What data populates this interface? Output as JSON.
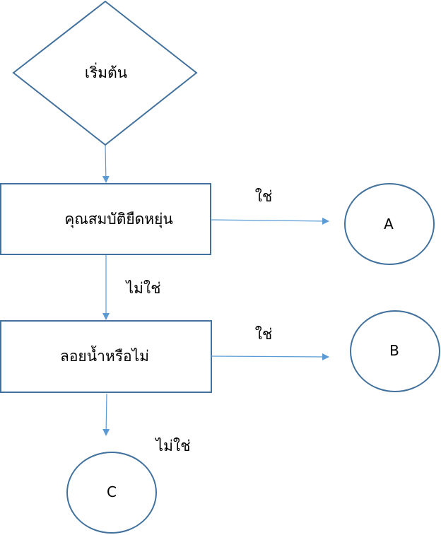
{
  "diagram": {
    "nodes": {
      "start": "เริ่มต้น",
      "flexible": "คุณสมบัติยืดหยุ่น",
      "floats": "ลอยน้ำหรือไม่",
      "a": "A",
      "b": "B",
      "c": "C"
    },
    "edges": {
      "flexible_yes": "ใช่",
      "flexible_no": "ไม่ใช่",
      "floats_yes": "ใช่",
      "floats_no": "ไม่ใช่"
    },
    "colors": {
      "shape_stroke": "#41719c",
      "connector": "#5b9bd5"
    }
  }
}
